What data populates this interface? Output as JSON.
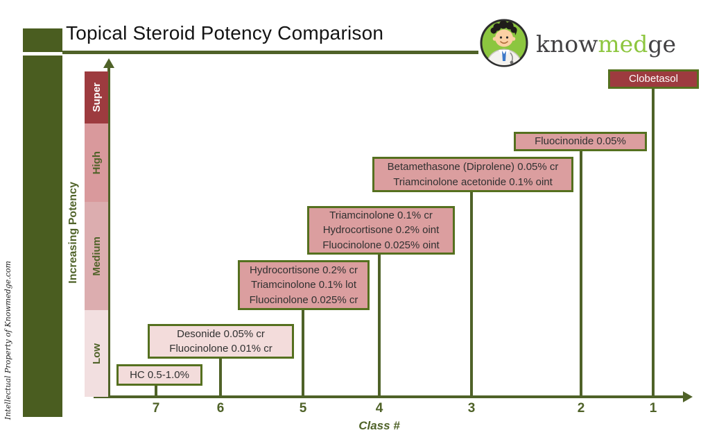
{
  "page": {
    "title": "Topical Steroid Potency Comparison",
    "watermark": "Intellectual Property of Knowmedge.com",
    "brand": {
      "part1": "know",
      "part2": "med",
      "part3": "ge"
    }
  },
  "colors": {
    "olive": "#4f6228",
    "dark_red": "#9d3b3f",
    "box_pink_medium": "#db9e9f",
    "box_pink_light": "#f3dcdb",
    "box_text_dark": "#303030",
    "box_text_light": "#ffffff"
  },
  "chart_data": {
    "type": "bar",
    "title": "Topical Steroid Potency Comparison",
    "xlabel": "Class #",
    "ylabel": "Increasing Potency",
    "x_ticks": [
      "7",
      "6",
      "5",
      "4",
      "3",
      "2",
      "1"
    ],
    "legend_position": "none",
    "grid": false,
    "potency_bands": [
      {
        "label": "Super",
        "color": "#9d3b3f",
        "text_color": "#ffffff"
      },
      {
        "label": "High",
        "color": "#d9999c",
        "text_color": "#4f6228"
      },
      {
        "label": "Medium",
        "color": "#dcadaf",
        "text_color": "#4f6228"
      },
      {
        "label": "Low",
        "color": "#f2dfe0",
        "text_color": "#4f6228"
      }
    ],
    "entries": [
      {
        "class": "7",
        "potency": "Low",
        "drugs": [
          "HC 0.5-1.0%"
        ]
      },
      {
        "class": "6",
        "potency": "Low",
        "drugs": [
          "Desonide 0.05% cr",
          "Fluocinolone 0.01% cr"
        ]
      },
      {
        "class": "5",
        "potency": "Medium",
        "drugs": [
          "Hydrocortisone 0.2% cr",
          "Triamcinolone 0.1% lot",
          "Fluocinolone 0.025% cr"
        ]
      },
      {
        "class": "4",
        "potency": "Medium",
        "drugs": [
          "Triamcinolone 0.1% cr",
          "Hydrocortisone 0.2% oint",
          "Fluocinolone 0.025% oint"
        ]
      },
      {
        "class": "3",
        "potency": "High",
        "drugs": [
          "Betamethasone  (Diprolene) 0.05% cr",
          "Triamcinolone acetonide 0.1% oint"
        ]
      },
      {
        "class": "2",
        "potency": "High",
        "drugs": [
          "Fluocinonide 0.05%"
        ]
      },
      {
        "class": "1",
        "potency": "Super",
        "drugs": [
          "Clobetasol"
        ]
      }
    ]
  }
}
